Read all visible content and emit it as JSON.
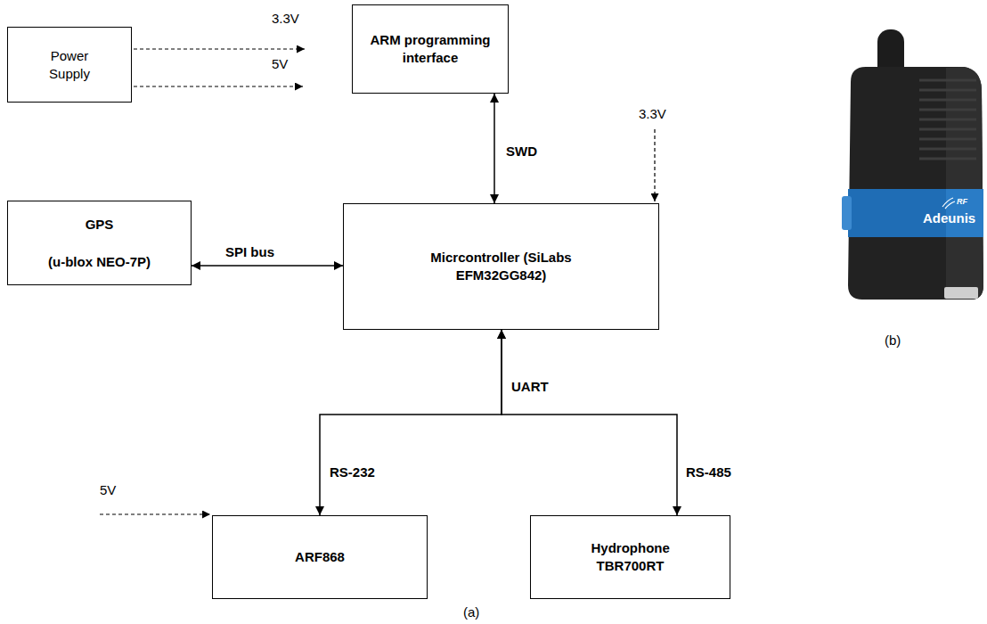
{
  "diagram": {
    "nodes": [
      {
        "text": [
          "Power Supply"
        ]
      },
      {
        "text": [
          "ARM programming interface"
        ]
      },
      {
        "text": [
          "GPS",
          "(u-blox NEO-7P)"
        ]
      },
      {
        "text": [
          "Micrcontroller (SiLabs EFM32GG842)"
        ]
      },
      {
        "text": [
          "ARF868"
        ]
      },
      {
        "text": [
          "Hydrophone TBR700RT"
        ]
      }
    ],
    "edges": [
      {
        "from": 1,
        "to": 3,
        "label": "SWD",
        "arrow": "both"
      },
      {
        "from": 2,
        "to": 3,
        "label": "SPI bus",
        "arrow": "both"
      },
      {
        "from": 3,
        "to": 4,
        "label": "RS-232",
        "arrow": "both"
      },
      {
        "from": 3,
        "to": 5,
        "label": "RS-485",
        "arrow": "both"
      }
    ],
    "labels": [
      "3.3V",
      "5V",
      "3.3V",
      "UART",
      "5V",
      "(a)",
      "RF",
      "Adeunis",
      "(b)"
    ]
  }
}
